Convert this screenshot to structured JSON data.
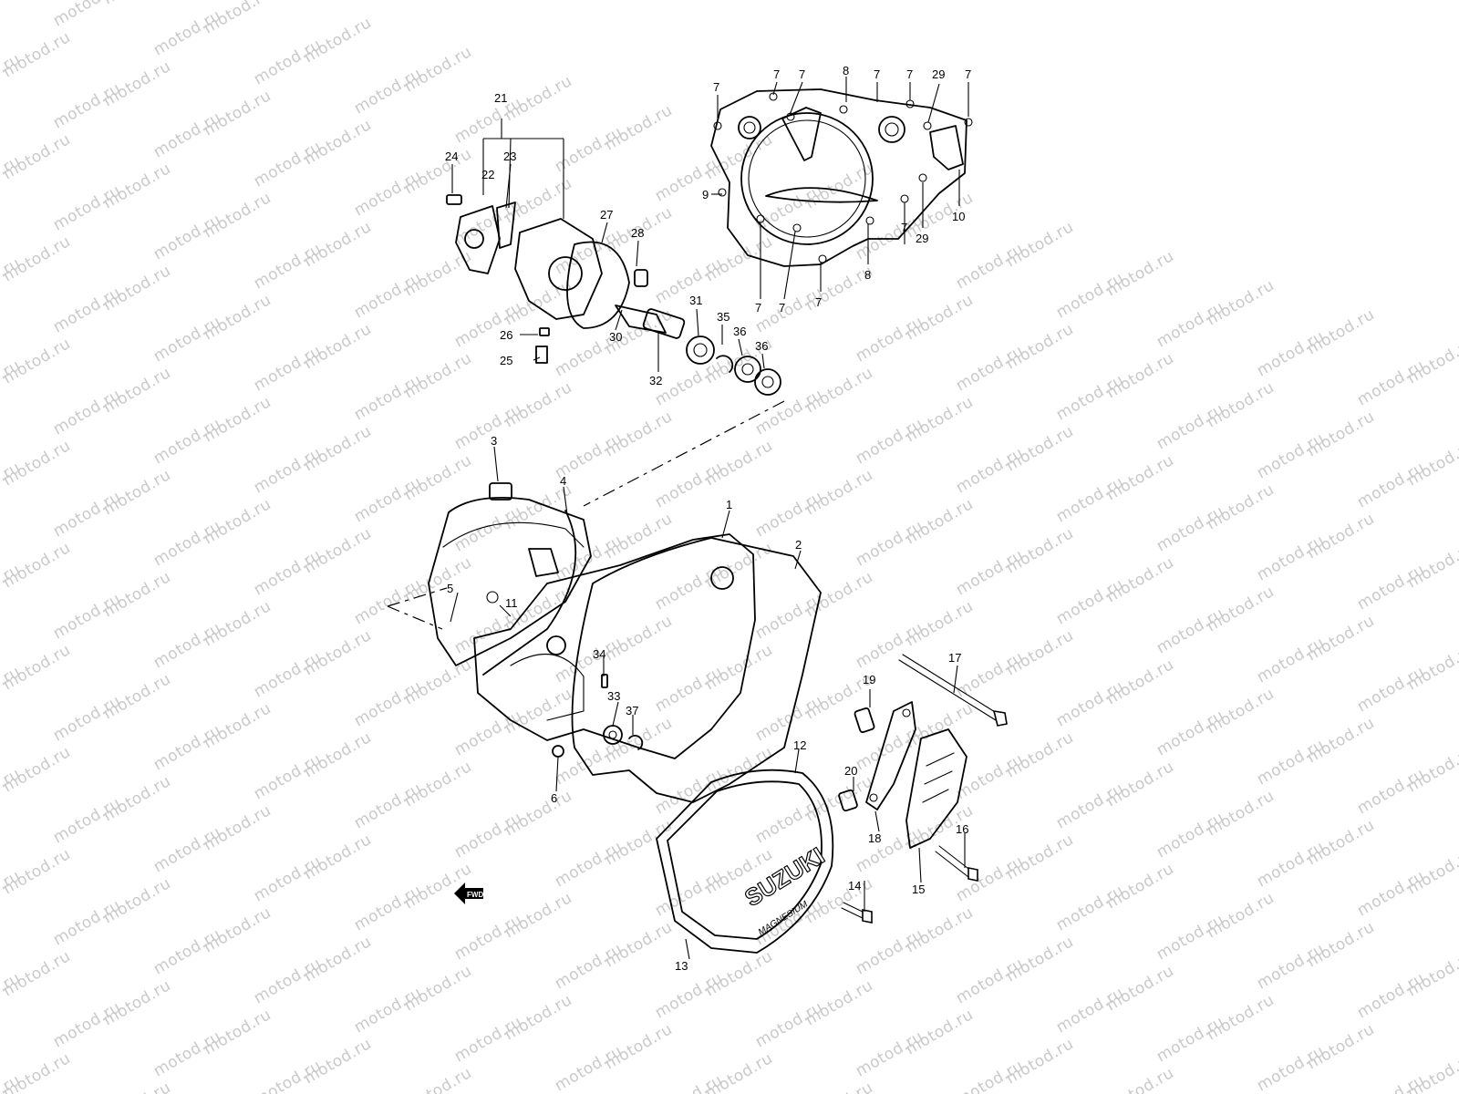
{
  "watermark": "motod.ru",
  "brand_logo": "SUZUKI",
  "cover_marking": "MAGNESIUM",
  "direction_arrow": "FWD",
  "callouts": {
    "c1": "1",
    "c2": "2",
    "c3": "3",
    "c4": "4",
    "c5": "5",
    "c6": "6",
    "c7a": "7",
    "c7b": "7",
    "c7c": "7",
    "c7d": "7",
    "c7e": "7",
    "c7f": "7",
    "c7g": "7",
    "c7h": "7",
    "c7i": "7",
    "c7j": "7",
    "c8a": "8",
    "c8b": "8",
    "c9": "9",
    "c10": "10",
    "c11": "11",
    "c12": "12",
    "c13": "13",
    "c14": "14",
    "c15": "15",
    "c16": "16",
    "c17": "17",
    "c18": "18",
    "c19": "19",
    "c20": "20",
    "c21": "21",
    "c22": "22",
    "c23": "23",
    "c24": "24",
    "c25": "25",
    "c26": "26",
    "c27": "27",
    "c28": "28",
    "c29a": "29",
    "c29b": "29",
    "c30": "30",
    "c31": "31",
    "c32": "32",
    "c33": "33",
    "c34": "34",
    "c35": "35",
    "c36a": "36",
    "c36b": "36",
    "c37": "37"
  }
}
